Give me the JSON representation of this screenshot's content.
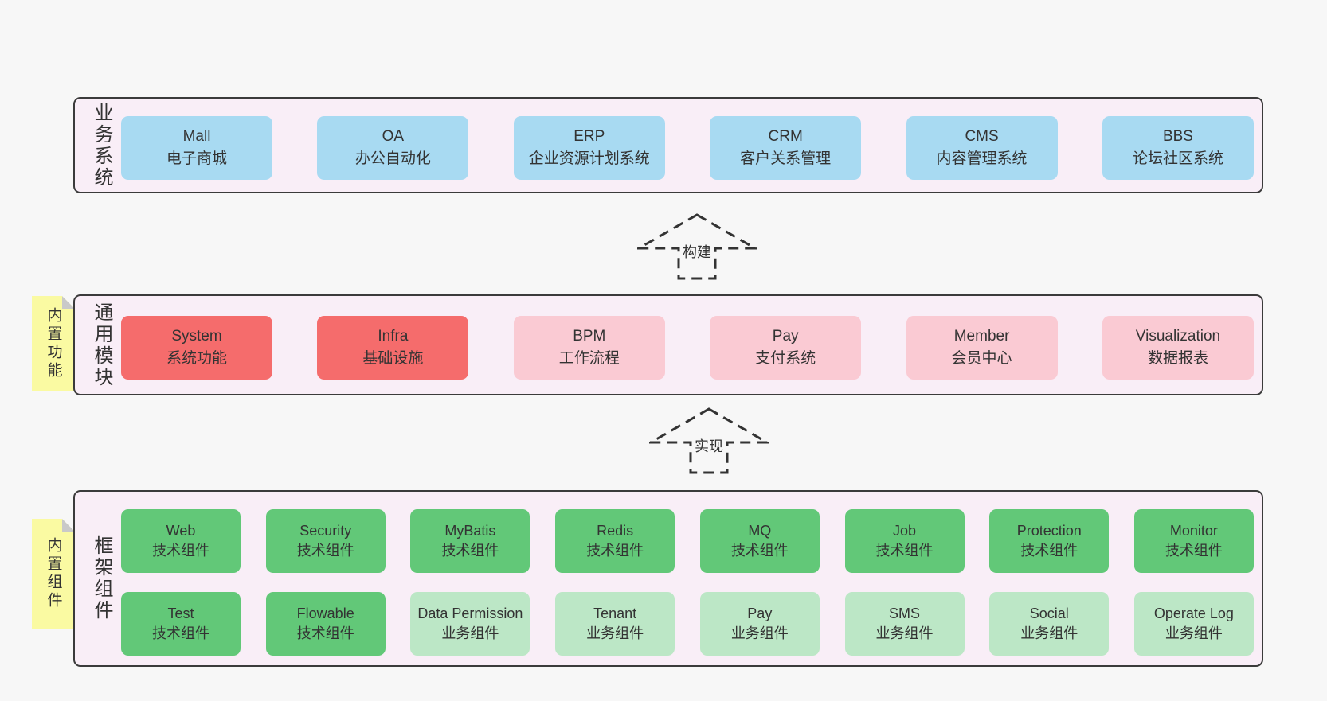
{
  "colors": {
    "page_bg": "#f7f7f7",
    "container_bg": "#f9eef7",
    "container_border": "#3b3b3b",
    "blue": "#a8daf2",
    "red": "#f56c6c",
    "pink": "#facad3",
    "green_dark": "#62c878",
    "green_light": "#bce7c6",
    "yellow": "#fafaa2",
    "fold": "#c9c9c9",
    "text": "#333333"
  },
  "sections": [
    {
      "id": "business-systems",
      "side_label": "业务系统",
      "sticky": null,
      "rows": [
        [
          {
            "en": "Mall",
            "zh": "电子商城",
            "variant": "blue"
          },
          {
            "en": "OA",
            "zh": "办公自动化",
            "variant": "blue"
          },
          {
            "en": "ERP",
            "zh": "企业资源计划系统",
            "variant": "blue"
          },
          {
            "en": "CRM",
            "zh": "客户关系管理",
            "variant": "blue"
          },
          {
            "en": "CMS",
            "zh": "内容管理系统",
            "variant": "blue"
          },
          {
            "en": "BBS",
            "zh": "论坛社区系统",
            "variant": "blue"
          }
        ]
      ]
    },
    {
      "id": "common-modules",
      "side_label": "通用模块",
      "sticky": "内置功能",
      "rows": [
        [
          {
            "en": "System",
            "zh": "系统功能",
            "variant": "red"
          },
          {
            "en": "Infra",
            "zh": "基础设施",
            "variant": "red"
          },
          {
            "en": "BPM",
            "zh": "工作流程",
            "variant": "pink"
          },
          {
            "en": "Pay",
            "zh": "支付系统",
            "variant": "pink"
          },
          {
            "en": "Member",
            "zh": "会员中心",
            "variant": "pink"
          },
          {
            "en": "Visualization",
            "zh": "数据报表",
            "variant": "pink"
          }
        ]
      ]
    },
    {
      "id": "framework-components",
      "side_label": "框架组件",
      "sticky": "内置组件",
      "rows": [
        [
          {
            "en": "Web",
            "zh": "技术组件",
            "variant": "green-dark"
          },
          {
            "en": "Security",
            "zh": "技术组件",
            "variant": "green-dark"
          },
          {
            "en": "MyBatis",
            "zh": "技术组件",
            "variant": "green-dark"
          },
          {
            "en": "Redis",
            "zh": "技术组件",
            "variant": "green-dark"
          },
          {
            "en": "MQ",
            "zh": "技术组件",
            "variant": "green-dark"
          },
          {
            "en": "Job",
            "zh": "技术组件",
            "variant": "green-dark"
          },
          {
            "en": "Protection",
            "zh": "技术组件",
            "variant": "green-dark"
          },
          {
            "en": "Monitor",
            "zh": "技术组件",
            "variant": "green-dark"
          }
        ],
        [
          {
            "en": "Test",
            "zh": "技术组件",
            "variant": "green-dark"
          },
          {
            "en": "Flowable",
            "zh": "技术组件",
            "variant": "green-dark"
          },
          {
            "en": "Data Permission",
            "zh": "业务组件",
            "variant": "green-light"
          },
          {
            "en": "Tenant",
            "zh": "业务组件",
            "variant": "green-light"
          },
          {
            "en": "Pay",
            "zh": "业务组件",
            "variant": "green-light"
          },
          {
            "en": "SMS",
            "zh": "业务组件",
            "variant": "green-light"
          },
          {
            "en": "Social",
            "zh": "业务组件",
            "variant": "green-light"
          },
          {
            "en": "Operate Log",
            "zh": "业务组件",
            "variant": "green-light"
          }
        ]
      ]
    }
  ],
  "arrows": [
    {
      "label": "构建"
    },
    {
      "label": "实现"
    }
  ]
}
